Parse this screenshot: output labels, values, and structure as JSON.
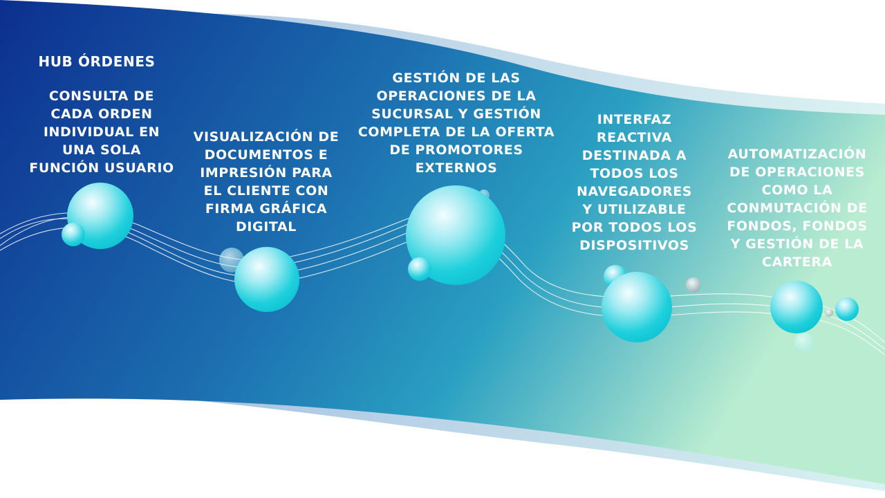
{
  "title": "HUB ÓRDENES",
  "steps": [
    {
      "id": 1,
      "text": "CONSULTA DE\nCADA ORDEN\nINDIVIDUAL EN\nUNA SOLA\nFUNCIÓN USUARIO"
    },
    {
      "id": 2,
      "text": "VISUALIZACIÓN DE\nDOCUMENTOS E\nIMPRESIÓN PARA\nEL CLIENTE CON\nFIRMA GRÁFICA\nDIGITAL"
    },
    {
      "id": 3,
      "text": "GESTIÓN DE LAS\nOPERACIONES DE LA\nSUCURSAL Y GESTIÓN\nCOMPLETA DE LA OFERTA\nDE PROMOTORES\nEXTERNOS"
    },
    {
      "id": 4,
      "text": "INTERFAZ\nREACTIVA\nDESTINADA A\nTODOS LOS\nNAVEGADORES\nY UTILIZABLE\nPOR TODOS LOS\nDISPOSITIVOS"
    },
    {
      "id": 5,
      "text": "AUTOMATIZACIÓN\nDE OPERACIONES\nCOMO LA\nCONMUTACIÓN DE\nFONDOS, FONDOS\nY GESTIÓN DE LA\nCARTERA"
    }
  ],
  "colors": {
    "band_start": "#0c2f8f",
    "band_mid": "#1e7fb8",
    "band_end": "#b9ecd0",
    "bubble": "#13cbd8",
    "bubble_highlight": "#e8fbfd",
    "text": "#ffffff"
  }
}
